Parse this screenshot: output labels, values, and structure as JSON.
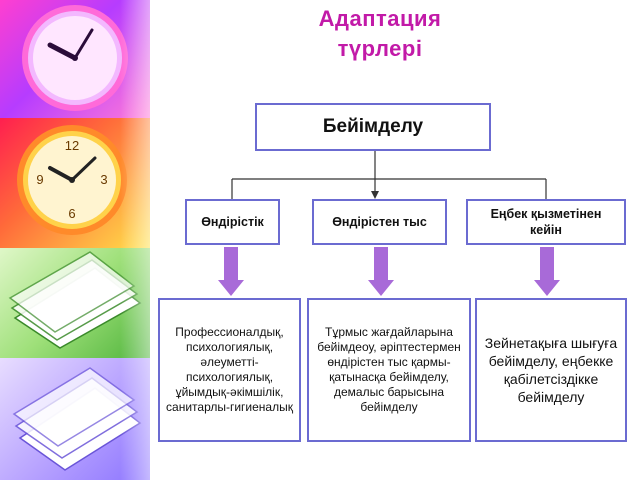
{
  "title": {
    "line1": "Адаптация",
    "line2": "түрлері"
  },
  "root": {
    "label": "Бейімделу"
  },
  "categories": [
    {
      "label": "Өндірістік"
    },
    {
      "label": "Өндірістен тыс"
    },
    {
      "label": "Еңбек қызметінен кейін"
    }
  ],
  "descriptions": [
    {
      "text": "Профессионалдық, психологиялық, әлеуметті-психологиялық, ұйымдық-әкімшілік, санитарлы-гигиеналық"
    },
    {
      "text": "Тұрмыс жағдайларына бейімдеоу, әріптестермен өндірістен тыс қармы-қатынасқа бейімделу, демалыс барысына бейімделу"
    },
    {
      "text": "Зейнетақыға шығуға бейімделу, еңбекке қабілетсіздікке бейімделу"
    }
  ],
  "colors": {
    "title": "#c21aa8",
    "box_border": "#6b6bd1",
    "arrow_fill": "#a86ad8",
    "connector": "#333333"
  },
  "background_images": [
    "wall-clock-image",
    "alarm-clock-image",
    "paper-stack-image",
    "paper-stack-image"
  ]
}
